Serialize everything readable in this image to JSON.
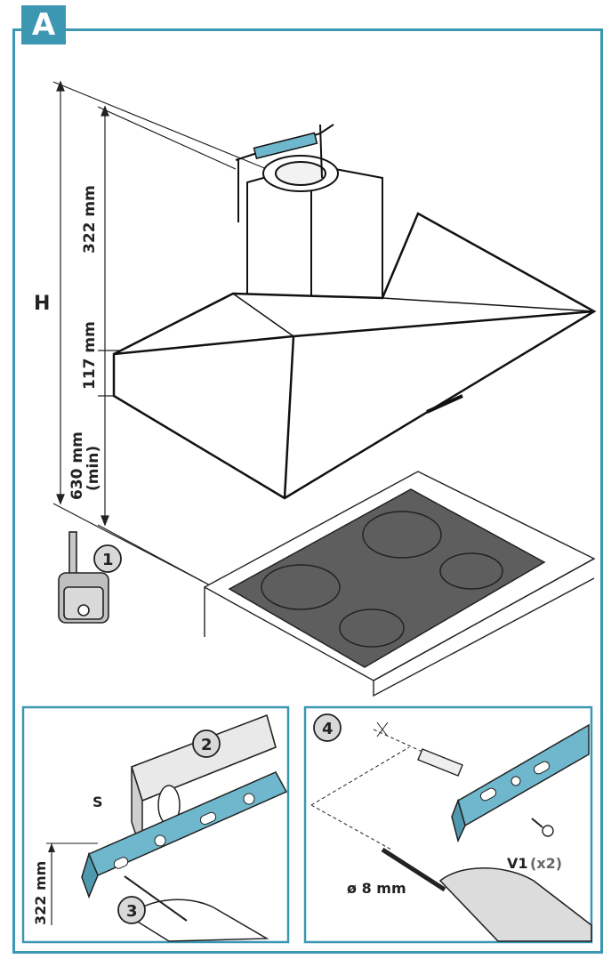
{
  "badge": "A",
  "dimensions": {
    "h_label": "H",
    "top": "322 mm",
    "mid": "117 mm",
    "bottom_line1": "630 mm",
    "bottom_line2": "(min)"
  },
  "steps": {
    "step1": "1",
    "step2": "2",
    "step3": "3",
    "step4": "4"
  },
  "detail_left": {
    "s_label": "S",
    "height": "322 mm"
  },
  "detail_right": {
    "drill": "ø 8 mm",
    "screw": "V1",
    "screw_qty": "(x2)"
  },
  "colors": {
    "accent": "#3b97b2",
    "bracket": "#6fb7cc",
    "hob": "#5e5e5e"
  }
}
